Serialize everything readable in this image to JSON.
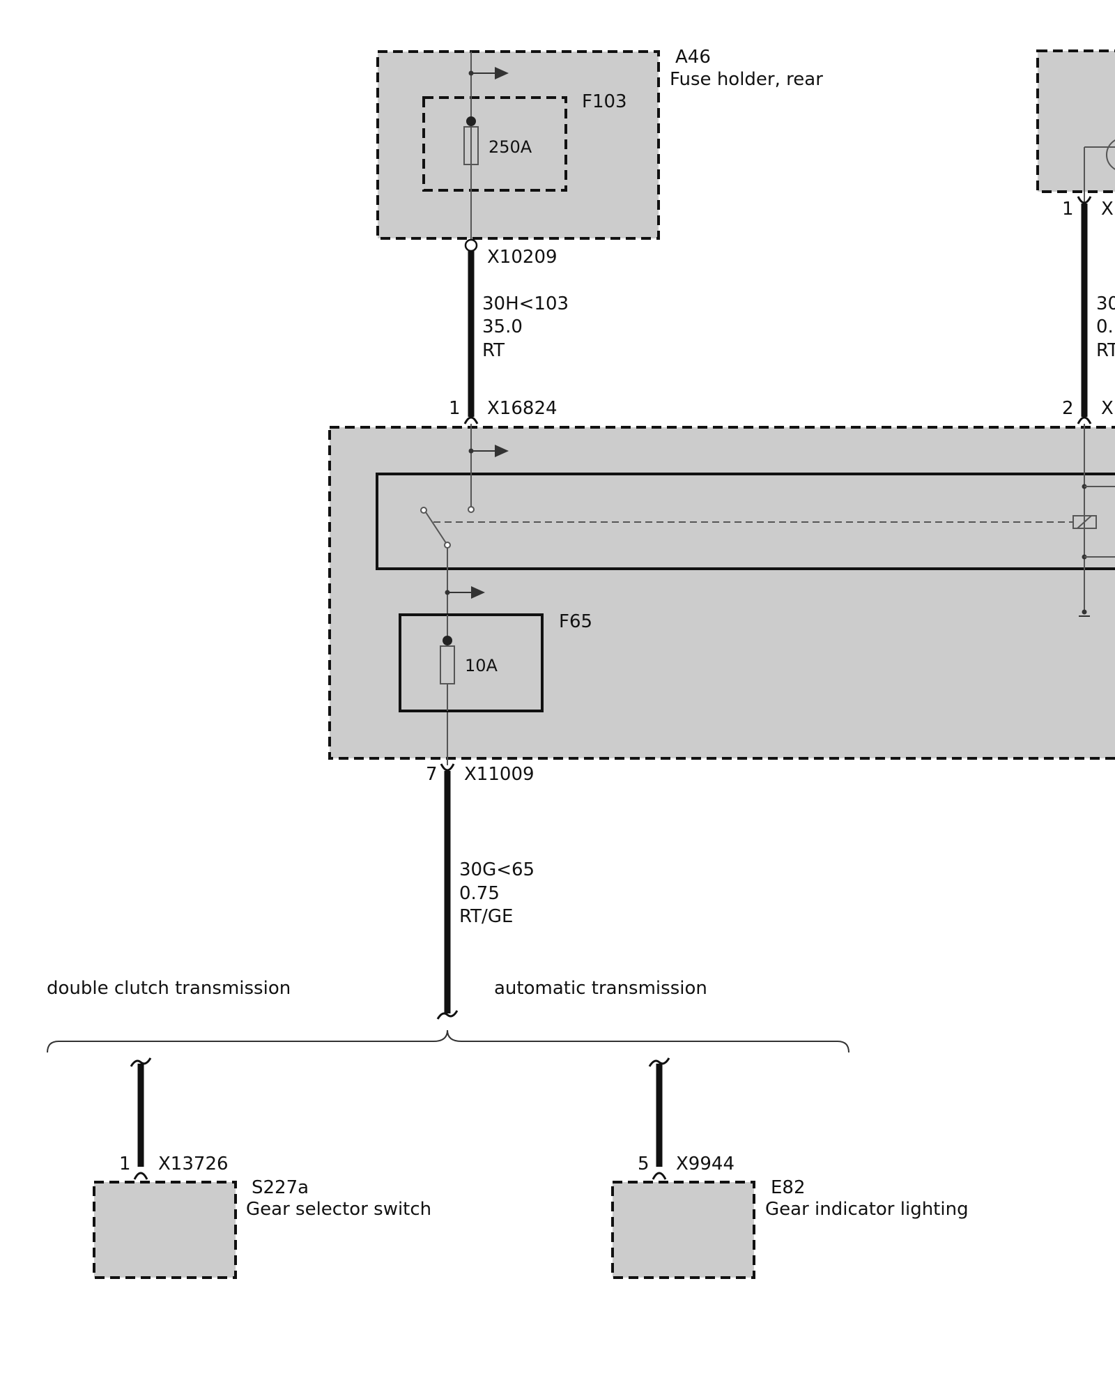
{
  "colors": {
    "component_fill": "#cccccc",
    "line": "#111111",
    "thin_line": "#555555",
    "background": "#ffffff"
  },
  "components": {
    "a46": {
      "id": "A46",
      "name": "Fuse holder, rear"
    },
    "f103": {
      "id": "F103",
      "rating": "250A"
    },
    "f65": {
      "id": "F65",
      "rating": "10A"
    },
    "s227a": {
      "id": "S227a",
      "name": "Gear selector switch"
    },
    "e82": {
      "id": "E82",
      "name": "Gear indicator lighting"
    }
  },
  "connectors": {
    "x10209": {
      "id": "X10209"
    },
    "x16824": {
      "id": "X16824",
      "pin": "1"
    },
    "x11009": {
      "id": "X11009",
      "pin": "7"
    },
    "x13726": {
      "id": "X13726",
      "pin": "1"
    },
    "x9944": {
      "id": "X9944",
      "pin": "5"
    },
    "right_top": {
      "id": "X",
      "pin": "1"
    },
    "right_mid": {
      "id": "X",
      "pin": "2"
    }
  },
  "wires": {
    "w1": {
      "circuit": "30H<103",
      "gauge": "35.0",
      "color": "RT"
    },
    "w2": {
      "circuit": "30G<65",
      "gauge": "0.75",
      "color": "RT/GE"
    },
    "w_right": {
      "circuit": "30",
      "gauge": "0.",
      "color": "RT"
    }
  },
  "variants": {
    "left": "double clutch transmission",
    "right": "automatic transmission"
  }
}
